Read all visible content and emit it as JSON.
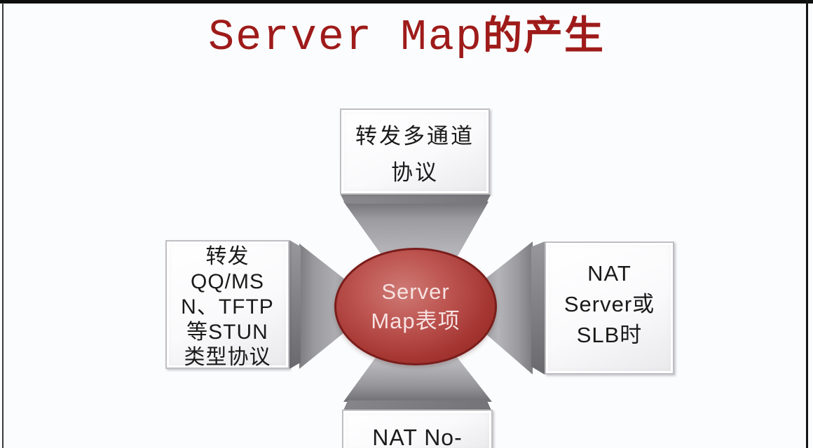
{
  "title": {
    "latin": "Server Map",
    "cjk": "的产生"
  },
  "diagram": {
    "center_ellipse": {
      "line1": "Server",
      "line2": "Map表项"
    },
    "top_node": {
      "line1": "转发多通道",
      "line2": "协议"
    },
    "left_node": {
      "line1": "转发",
      "line2": "QQ/MS",
      "line3": "N、TFTP",
      "line4": "等STUN",
      "line5": "类型协议"
    },
    "right_node": {
      "line1": "NAT",
      "line2": "Server或",
      "line3": "SLB时"
    },
    "bottom_node": {
      "line1": "NAT No-"
    }
  },
  "colors": {
    "title_red": "#9e1b1a",
    "ellipse_border": "#7a1d1b",
    "ellipse_fill_center": "#cf7a75",
    "ellipse_fill_edge": "#8f2522",
    "ellipse_text": "#f6e2e1",
    "connector_gray_light": "#c6c6ca",
    "connector_gray_dark": "#707074",
    "box_border": "#bfbfc3",
    "box_fill": "#fafafc",
    "node_text": "#1a1a1a",
    "frame_line": "#0d0d0d",
    "background": "#fbfcfd"
  }
}
